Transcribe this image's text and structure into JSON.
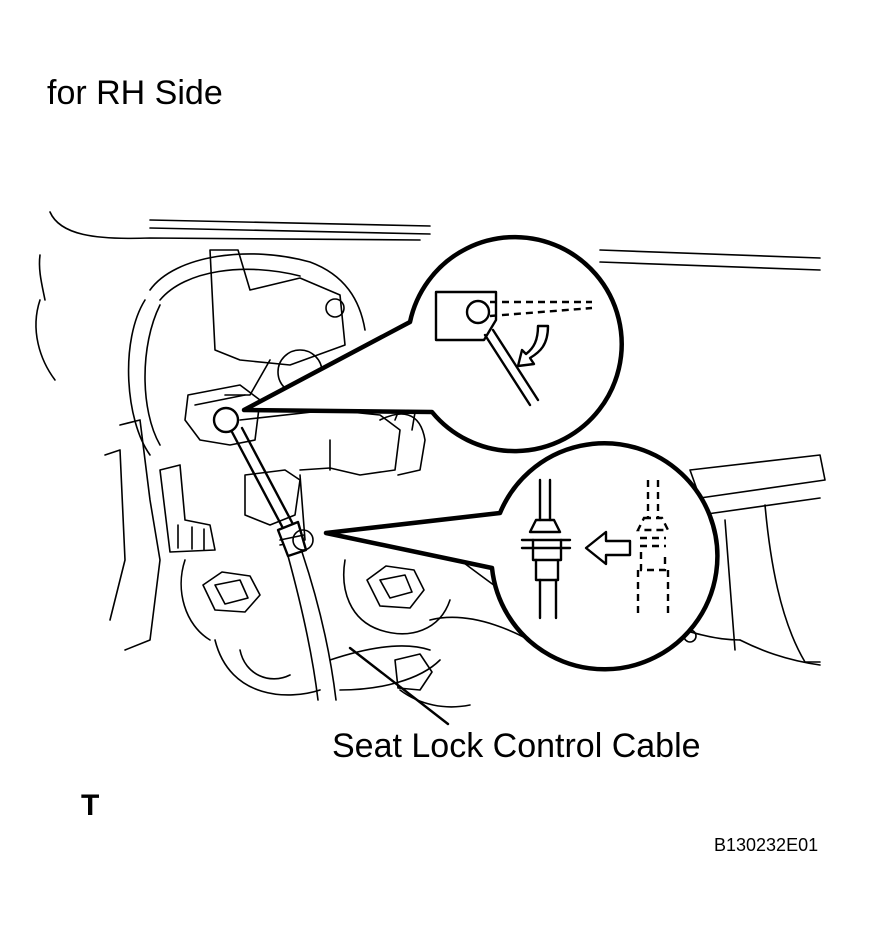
{
  "heading": "for RH Side",
  "callout_label": "Seat Lock Control Cable",
  "corner_marker": "T",
  "figure_code": "B130232E01",
  "icons": [
    "seat-lock-assembly-illustration",
    "cable-end-detail-icon",
    "cable-clamp-detail-icon",
    "arrow-left-icon",
    "rotate-arrow-icon"
  ]
}
